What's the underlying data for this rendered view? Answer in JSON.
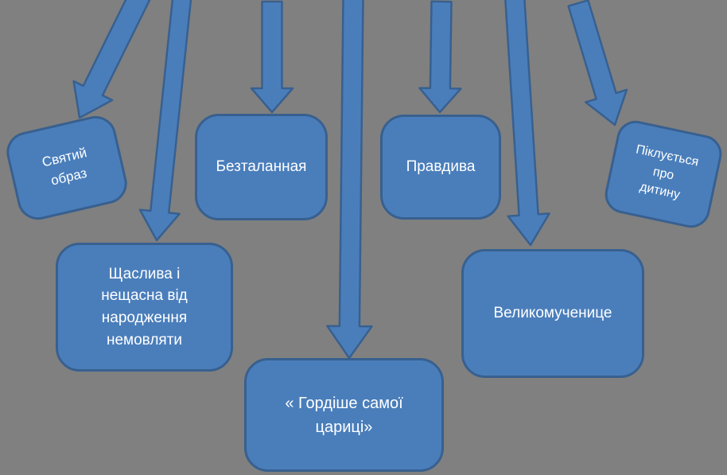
{
  "colors": {
    "background": "#808080",
    "shape_fill": "#4A7EBB",
    "shape_border": "#38608F",
    "text": "#FFFFFF"
  },
  "diagram": {
    "boxes": [
      {
        "key": "svyatyi-obraz",
        "label": "Святий\nобраз"
      },
      {
        "key": "beztalanna",
        "label": "Безталанная"
      },
      {
        "key": "pravdyva",
        "label": "Правдива"
      },
      {
        "key": "pikluyetsya",
        "label": "Піклується\nпро\nдитину"
      },
      {
        "key": "shchaslyva",
        "label": "Щаслива  і\nнещасна від\nнародження\nнемовляти"
      },
      {
        "key": "velykomuchenytse",
        "label": "Великомученице"
      },
      {
        "key": "hordishe",
        "label": "« Гордіше самої\nцариці»"
      }
    ]
  }
}
